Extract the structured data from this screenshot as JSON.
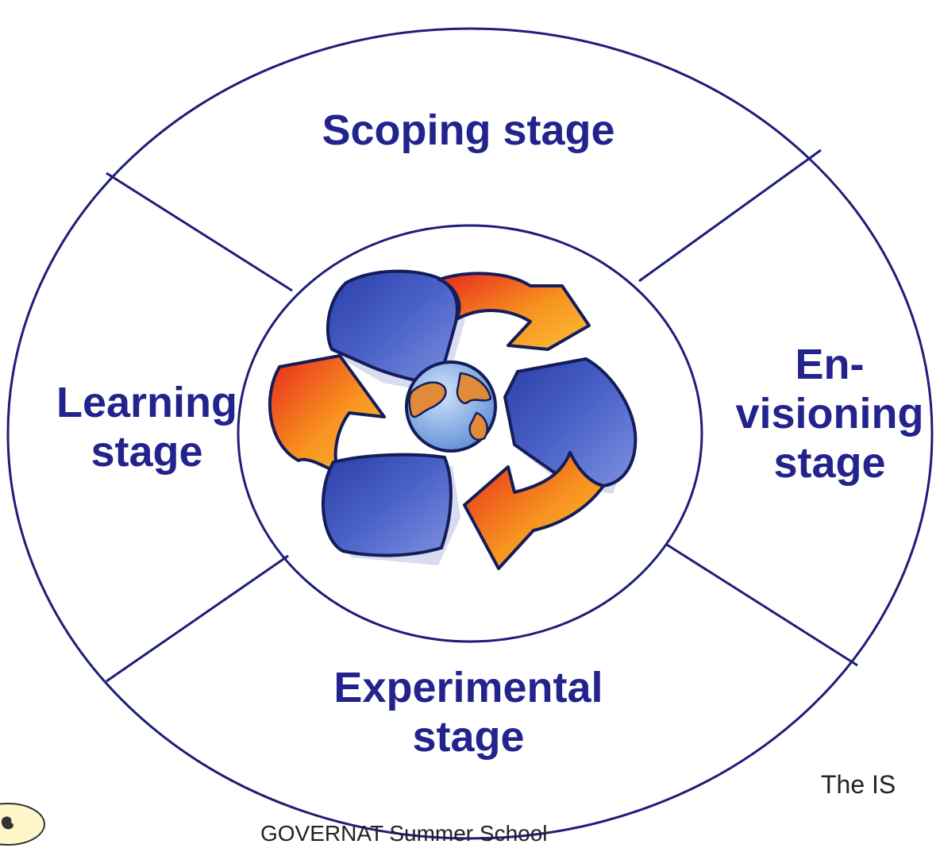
{
  "stages": {
    "scoping": {
      "lines": [
        "Scoping stage"
      ]
    },
    "envisioning": {
      "lines": [
        "En-",
        "visioning",
        "stage"
      ]
    },
    "experimental": {
      "lines": [
        "Experimental",
        "stage"
      ]
    },
    "learning": {
      "lines": [
        "Learning",
        "stage"
      ]
    }
  },
  "center_icon": "recycle-globe-icon",
  "footer": {
    "school": "GOVERNAT Summer School",
    "partial_right": "The IS"
  },
  "colors": {
    "ring_stroke": "#1e1e78",
    "label": "#23238e",
    "arrow_orange": "#f7931e",
    "arrow_red": "#e8281e",
    "arrow_blue": "#4a62c8",
    "globe_ocean": "#8ab4e8",
    "globe_land": "#e08a3a"
  }
}
